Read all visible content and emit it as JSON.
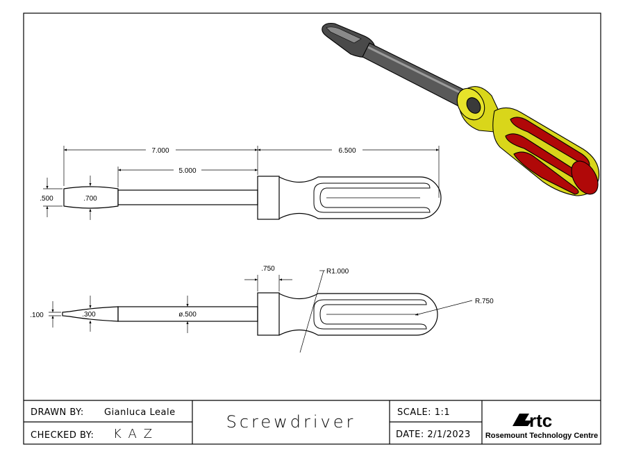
{
  "dimensions": {
    "overall_length": "7.000",
    "shaft_length": "5.000",
    "handle_length": "6.500",
    "tip_height": ".500",
    "tip_width": ".700",
    "tip_thickness": ".100",
    "blade_width": ".300",
    "shaft_diameter": "ø.500",
    "collar_length": ".750",
    "collar_radius": "R1.000",
    "handle_radius": "R.750"
  },
  "title_block": {
    "drawn_by_label": "DRAWN BY:",
    "drawn_by_name": "Gianluca Leale",
    "checked_by_label": "CHECKED BY:",
    "checked_by_name": "KAZ",
    "title": "Screwdriver",
    "scale": "SCALE: 1:1",
    "date": "DATE: 2/1/2023",
    "logo_text": "rtc",
    "organization": "Rosemount Technology Centre"
  },
  "colors": {
    "handle_yellow": "#d9d61a",
    "handle_red": "#b00808",
    "shaft_gray": "#555555",
    "line": "#000000"
  }
}
